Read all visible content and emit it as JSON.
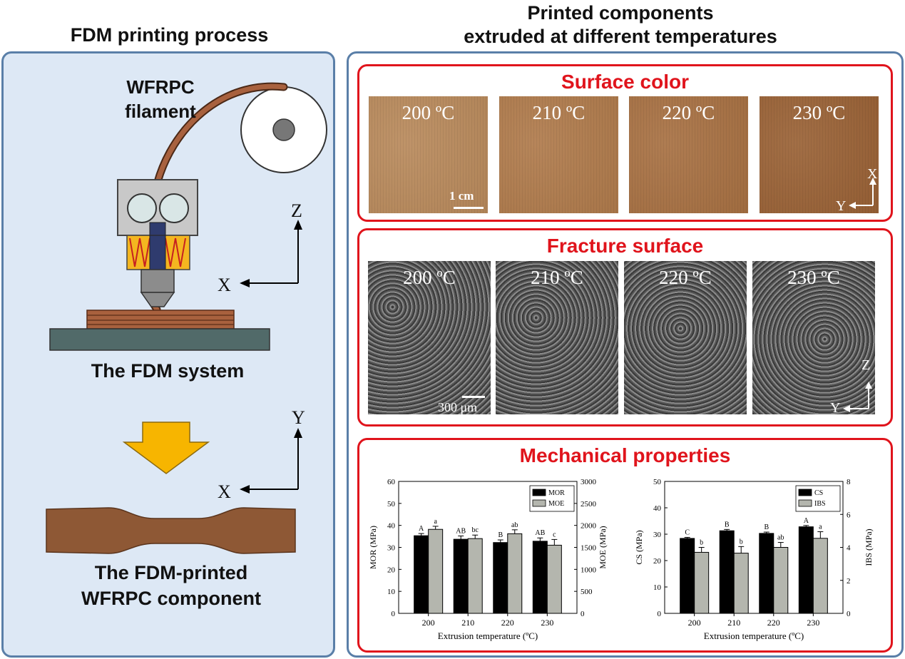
{
  "left": {
    "heading": "FDM printing process",
    "filament_label_line1": "WFRPC",
    "filament_label_line2": "filament",
    "system_label": "The FDM system",
    "component_label_line1": "The FDM-printed",
    "component_label_line2": "WFRPC component",
    "axes_top": {
      "z": "Z",
      "x": "X"
    },
    "axes_bottom": {
      "y": "Y",
      "x": "X"
    }
  },
  "right": {
    "heading_line1": "Printed components",
    "heading_line2": "extruded at different temperatures",
    "surface": {
      "title": "Surface color",
      "temps": [
        "200 ºC",
        "210 ºC",
        "220 ºC",
        "230 ºC"
      ],
      "colors": [
        "#b98a5c",
        "#b07b4c",
        "#a87143",
        "#9a6236"
      ],
      "scale": "1 cm",
      "axis_x": "X",
      "axis_y": "Y"
    },
    "fracture": {
      "title": "Fracture surface",
      "temps": [
        "200 ºC",
        "210 ºC",
        "220 ºC",
        "230 ºC"
      ],
      "scale": "300 μm",
      "axis_z": "Z",
      "axis_y": "Y"
    },
    "mech": {
      "title": "Mechanical properties"
    }
  },
  "colors": {
    "panel_border": "#5a7fa8",
    "panel_fill": "#dde8f5",
    "accent_red": "#e0141c",
    "arrow_yellow": "#f7b500"
  },
  "chart_data": [
    {
      "type": "bar",
      "categories": [
        "200",
        "210",
        "220",
        "230"
      ],
      "xlabel": "Extrusion temperature (ºC)",
      "ylabel": "MOR (MPa)",
      "ylabel2": "MOE (MPa)",
      "ylim": [
        0,
        60
      ],
      "ylim2": [
        0,
        3000
      ],
      "yticks": [
        "0",
        "10",
        "20",
        "30",
        "40",
        "50",
        "60"
      ],
      "yticks2": [
        "0",
        "500",
        "1000",
        "1500",
        "2000",
        "2500",
        "3000"
      ],
      "series": [
        {
          "name": "MOR",
          "axis": "left",
          "color": "#000000",
          "values": [
            35.3,
            33.7,
            32.2,
            32.8
          ],
          "errors": [
            1.0,
            1.5,
            1.2,
            1.5
          ],
          "letters": [
            "A",
            "AB",
            "B",
            "AB"
          ]
        },
        {
          "name": "MOE",
          "axis": "right",
          "color": "#b4b6ae",
          "values": [
            1910,
            1700,
            1810,
            1550
          ],
          "errors": [
            70,
            80,
            90,
            130
          ],
          "letters": [
            "a",
            "bc",
            "ab",
            "c"
          ]
        }
      ],
      "legend": "top-right"
    },
    {
      "type": "bar",
      "categories": [
        "200",
        "210",
        "220",
        "230"
      ],
      "xlabel": "Extrusion temperature (ºC)",
      "ylabel": "CS (MPa)",
      "ylabel2": "IBS (MPa)",
      "ylim": [
        0,
        50
      ],
      "ylim2": [
        0,
        8
      ],
      "yticks": [
        "0",
        "10",
        "20",
        "30",
        "40",
        "50"
      ],
      "yticks2": [
        "0",
        "2",
        "4",
        "6",
        "8"
      ],
      "series": [
        {
          "name": "CS",
          "axis": "left",
          "color": "#000000",
          "values": [
            28.4,
            31.3,
            30.3,
            32.8
          ],
          "errors": [
            0.4,
            0.5,
            0.5,
            0.5
          ],
          "letters": [
            "C",
            "B",
            "B",
            "A"
          ]
        },
        {
          "name": "IBS",
          "axis": "right",
          "color": "#b4b6ae",
          "values": [
            3.7,
            3.65,
            4.0,
            4.55
          ],
          "errors": [
            0.3,
            0.4,
            0.3,
            0.4
          ],
          "letters": [
            "b",
            "b",
            "ab",
            "a"
          ]
        }
      ],
      "legend": "top-right"
    }
  ]
}
